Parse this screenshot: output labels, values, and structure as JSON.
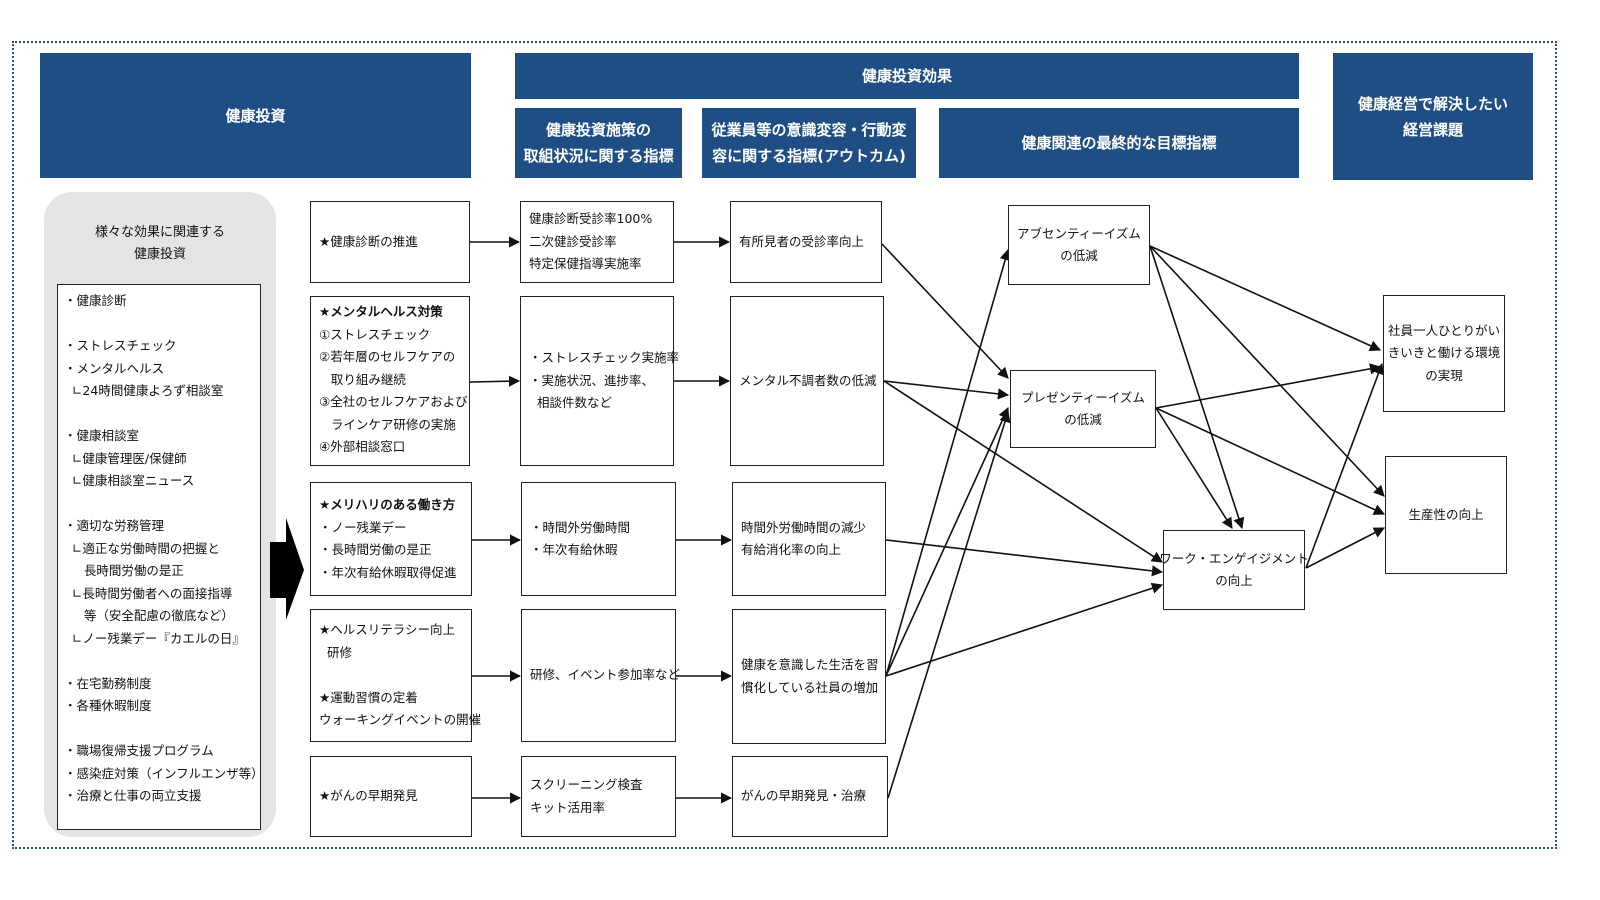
{
  "headers": {
    "investment": "健康投資",
    "effects": "健康投資効果",
    "effects_sub1": [
      "健康投資施策の",
      "取組状況に関する指標"
    ],
    "effects_sub2": [
      "従業員等の意識変容・行動変",
      "容に関する指標(アウトカム)"
    ],
    "effects_sub3": "健康関連の最終的な目標指標",
    "management": [
      "健康経営で解決したい",
      "経営課題"
    ]
  },
  "left_panel": {
    "title": [
      "様々な効果に関連する",
      "健康投資"
    ],
    "items": [
      "・健康診断",
      "",
      "・ストレスチェック",
      "・メンタルヘルス",
      "  ∟24時間健康よろず相談室",
      "",
      "・健康相談室",
      "  ∟健康管理医/保健師",
      "  ∟健康相談室ニュース",
      "",
      "・適切な労務管理",
      "  ∟適正な労働時間の把握と",
      "     長時間労働の是正",
      "  ∟長時間労働者への面接指導",
      "     等（安全配慮の徹底など）",
      "  ∟ノー残業デー『カエルの日』",
      "",
      "・在宅勤務制度",
      "・各種休暇制度",
      "",
      "・職場復帰支援プログラム",
      "・感染症対策（インフルエンザ等）",
      "・治療と仕事の両立支援"
    ]
  },
  "initiatives": [
    {
      "lines": [
        "★健康診断の推進"
      ]
    },
    {
      "lines": [
        "★メンタルヘルス対策",
        "①ストレスチェック",
        "②若年層のセルフケアの",
        "   取り組み継続",
        "③全社のセルフケアおよび",
        "   ラインケア研修の実施",
        "④外部相談窓口"
      ],
      "bold_first": true
    },
    {
      "lines": [
        "★メリハリのある働き方",
        "・ノー残業デー",
        "・長時間労働の是正",
        "・年次有給休暇取得促進"
      ],
      "bold_first": true
    },
    {
      "lines": [
        "★ヘルスリテラシー向上",
        "  研修",
        "",
        "★運動習慣の定着",
        "ウォーキングイベントの開催"
      ]
    },
    {
      "lines": [
        "★がんの早期発見"
      ]
    }
  ],
  "indicators": [
    {
      "lines": [
        "健康診断受診率100%",
        "二次健診受診率",
        "特定保健指導実施率"
      ]
    },
    {
      "lines": [
        "・ストレスチェック実施率",
        "・実施状況、進捗率、",
        "  相談件数など"
      ]
    },
    {
      "lines": [
        "・時間外労働時間",
        "・年次有給休暇"
      ]
    },
    {
      "lines": [
        "研修、イベント参加率など"
      ]
    },
    {
      "lines": [
        "スクリーニング検査",
        "キット活用率"
      ]
    }
  ],
  "outcomes": [
    {
      "lines": [
        "有所見者の受診率向上"
      ]
    },
    {
      "lines": [
        "メンタル不調者数の低減"
      ]
    },
    {
      "lines": [
        "時間外労働時間の減少",
        "有給消化率の向上"
      ]
    },
    {
      "lines": [
        "健康を意識した生活を習",
        "慣化している社員の増加"
      ]
    },
    {
      "lines": [
        "がんの早期発見・治療"
      ]
    }
  ],
  "goals": {
    "absenteeism": [
      "アブセンティーイズム",
      "の低減"
    ],
    "presenteeism": [
      "プレゼンティーイズム",
      "の低減"
    ],
    "engagement": [
      "ワーク・エンゲイジメント",
      "の向上"
    ]
  },
  "issues": {
    "wellbeing": [
      "社員一人ひとりがい",
      "きいきと働ける環境",
      "の実現"
    ],
    "productivity": [
      "生産性の向上"
    ]
  },
  "colors": {
    "header_bg": "#1f4e84",
    "panel_bg": "#e4e4e4",
    "frame": "#2b4f87"
  }
}
